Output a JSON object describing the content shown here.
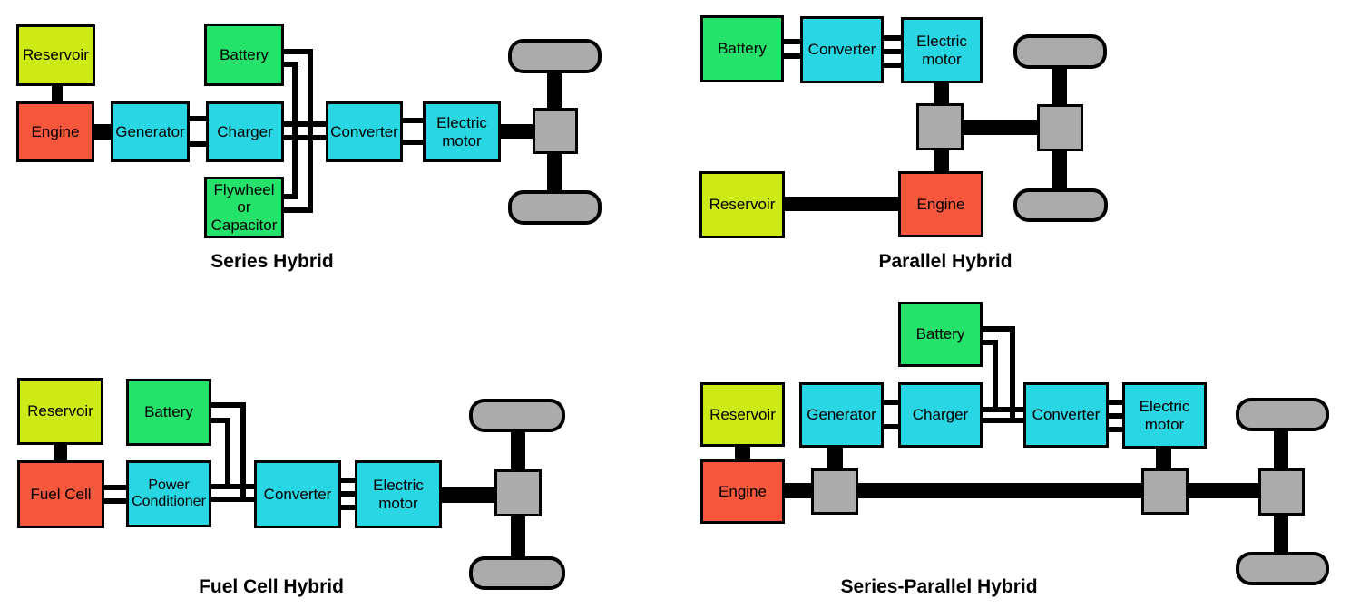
{
  "figure": {
    "subject": "Hybrid vehicle drivetrain architectures",
    "diagram_count": 4
  },
  "colors": {
    "reservoir": "#cdea17",
    "engine": "#f4573c",
    "battery": "#25e36a",
    "electrical_component": "#29d7e4",
    "wheel_gray": "#ababab",
    "line_black": "#000000",
    "background": "#ffffff"
  },
  "diagrams": {
    "series": {
      "title": "Series Hybrid",
      "components": {
        "reservoir": "Reservoir",
        "engine": "Engine",
        "generator": "Generator",
        "charger": "Charger",
        "battery": "Battery",
        "flywheel": "Flywheel\nor\nCapacitor",
        "converter": "Converter",
        "motor": "Electric\nmotor"
      }
    },
    "parallel": {
      "title": "Parallel Hybrid",
      "components": {
        "battery": "Battery",
        "converter": "Converter",
        "motor": "Electric\nmotor",
        "reservoir": "Reservoir",
        "engine": "Engine"
      }
    },
    "fuelcell": {
      "title": "Fuel Cell Hybrid",
      "components": {
        "reservoir": "Reservoir",
        "battery": "Battery",
        "fuel_cell": "Fuel Cell",
        "power_conditioner": "Power\nConditioner",
        "converter": "Converter",
        "motor": "Electric\nmotor"
      }
    },
    "series_parallel": {
      "title": "Series-Parallel Hybrid",
      "components": {
        "battery": "Battery",
        "reservoir": "Reservoir",
        "generator": "Generator",
        "charger": "Charger",
        "converter": "Converter",
        "motor": "Electric\nmotor",
        "engine": "Engine"
      }
    }
  }
}
